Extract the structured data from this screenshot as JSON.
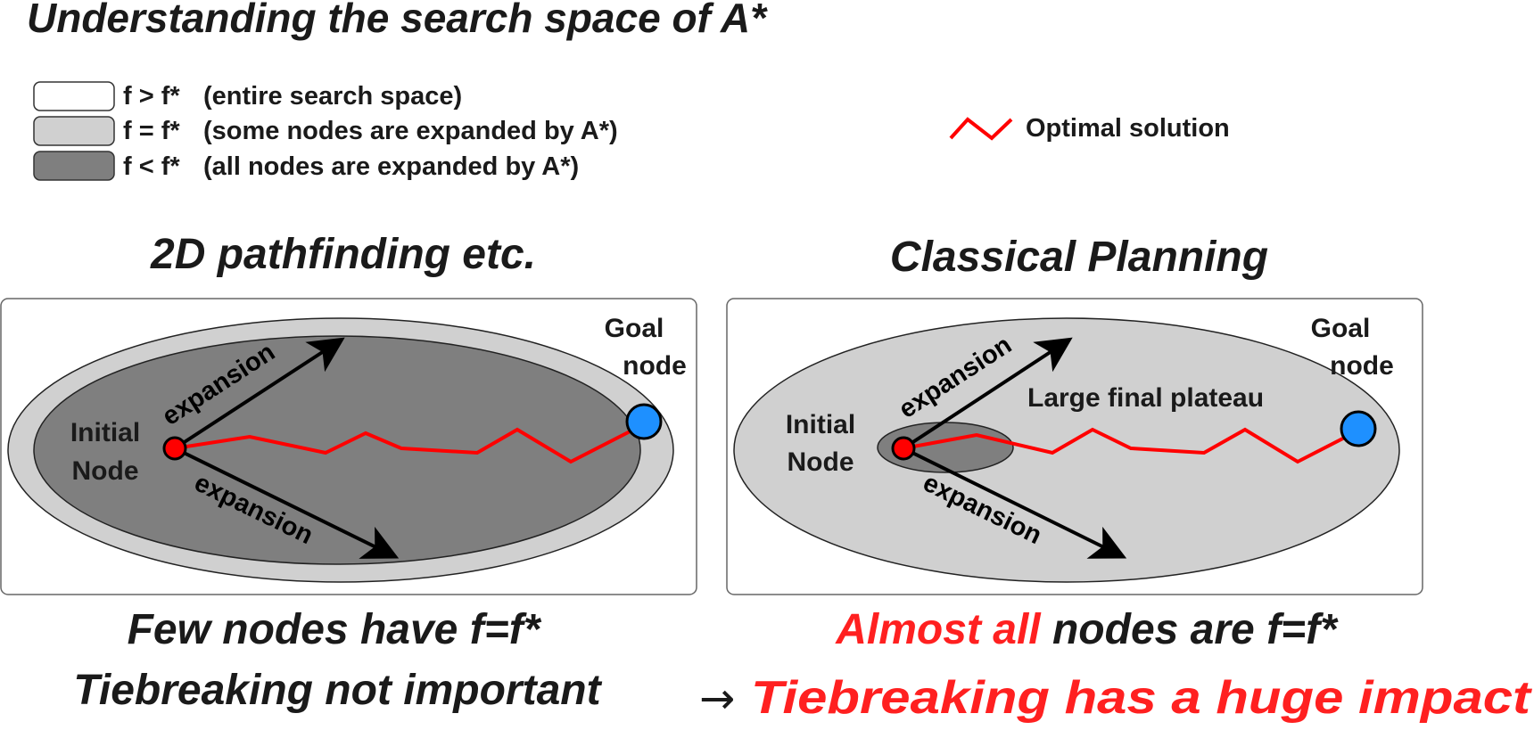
{
  "title": "Understanding the search space of A*",
  "legend": {
    "items": [
      {
        "symbol": "f > f*",
        "desc": "(entire search space)",
        "color": "#ffffff"
      },
      {
        "symbol": "f = f*",
        "desc": "(some nodes are expanded by A*)",
        "color": "#d0d0d0"
      },
      {
        "symbol": "f < f*",
        "desc": "(all nodes are expanded by A*)",
        "color": "#7f7f7f"
      }
    ],
    "optimal_solution": {
      "label": "Optimal solution",
      "color": "#ff0000"
    }
  },
  "panels": {
    "left": {
      "heading": "2D pathfinding etc.",
      "initial_line1": "Initial",
      "initial_line2": "Node",
      "goal_line1": "Goal",
      "goal_line2": "node",
      "expansion_upper": "expansion",
      "expansion_lower": "expansion",
      "caption1": "Few nodes have f=f*",
      "caption2": "Tiebreaking not important"
    },
    "right": {
      "heading": "Classical Planning",
      "initial_line1": "Initial",
      "initial_line2": "Node",
      "goal_line1": "Goal",
      "goal_line2": "node",
      "expansion_upper": "expansion",
      "expansion_lower": "expansion",
      "plateau": "Large final plateau",
      "caption1_red": "Almost all",
      "caption1_rest": " nodes are f=f*",
      "caption2_arrow": "→",
      "caption2": "Tiebreaking has a huge impact"
    }
  },
  "colors": {
    "outer": "#d0d0d0",
    "inner": "#7f7f7f",
    "path": "#ff0000",
    "start_node": "#ff0000",
    "goal_node": "#1e90ff",
    "emphasis": "#ff2020",
    "text": "#1a1a1a"
  }
}
